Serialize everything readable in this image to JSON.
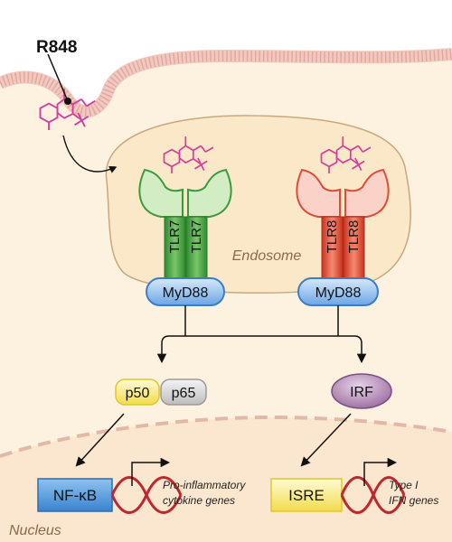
{
  "ligand": {
    "label": "R848"
  },
  "compartments": {
    "endosome": "Endosome",
    "nucleus": "Nucleus"
  },
  "receptors": {
    "tlr7": {
      "label": "TLR7",
      "color": "#3c9a3c"
    },
    "tlr8": {
      "label": "TLR8",
      "color": "#e04b36"
    }
  },
  "adaptor": {
    "label": "MyD88"
  },
  "factors": {
    "p50": "p50",
    "p65": "p65",
    "irf": "IRF"
  },
  "promoters": {
    "nfkb": "NF-κB",
    "isre": "ISRE"
  },
  "genes": {
    "proinflammatory_line1": "Pro-inflammatory",
    "proinflammatory_line2": "cytokine genes",
    "ifn_line1": "Type I",
    "ifn_line2": "IFN genes"
  },
  "colors": {
    "membrane": "#f1c9c0",
    "cytoplasm": "#fdf2e0",
    "endosome_fill": "#fbe8c8",
    "endosome_border": "#c9a77e",
    "ligand": "#d63e9e",
    "myd88": "#3d7ccc",
    "dna": "#c0272d"
  }
}
